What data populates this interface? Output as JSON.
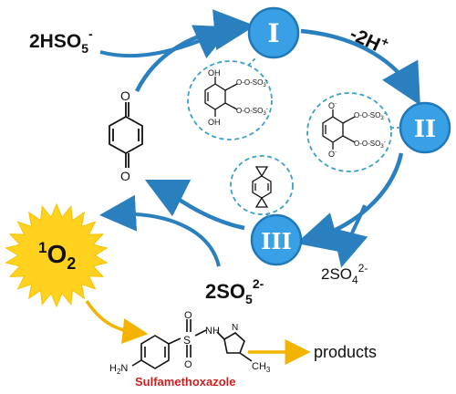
{
  "colors": {
    "cycle_blue": "#2a7fbf",
    "node_blue": "#3aa0e6",
    "node_edge": "#1f78b8",
    "sun_yellow": "#ffd21f",
    "arrow_yellow": "#f2b400",
    "drug_red": "#cc1f1f",
    "bubble_dash": "#3aa0c8"
  },
  "reagents": {
    "hso5_base": "2HSO",
    "hso5_sub": "5",
    "hso5_sup": "-",
    "proton_label": "-2H",
    "proton_sup": "+",
    "so5_base": "2SO",
    "so5_sub": "5",
    "so5_sup": "2-",
    "so4_base": "2SO",
    "so4_sub": "4",
    "so4_sup": "2-"
  },
  "nodes": {
    "n1": "I",
    "n2": "II",
    "n3": "III"
  },
  "singlet_oxygen": {
    "pre": "1",
    "base": "O",
    "sub": "2"
  },
  "molecule": {
    "o": "O",
    "oh": "OH",
    "so3": "SO",
    "so3_sub": "3",
    "so3_sup": "-",
    "h2n": "H",
    "h2n_sub": "2",
    "h2n_n": "N",
    "s": "S",
    "nh": "NH",
    "n": "N",
    "ch3": "CH",
    "ch3_sub": "3"
  },
  "drug_name": "Sulfamethoxazole",
  "products_label": "products"
}
